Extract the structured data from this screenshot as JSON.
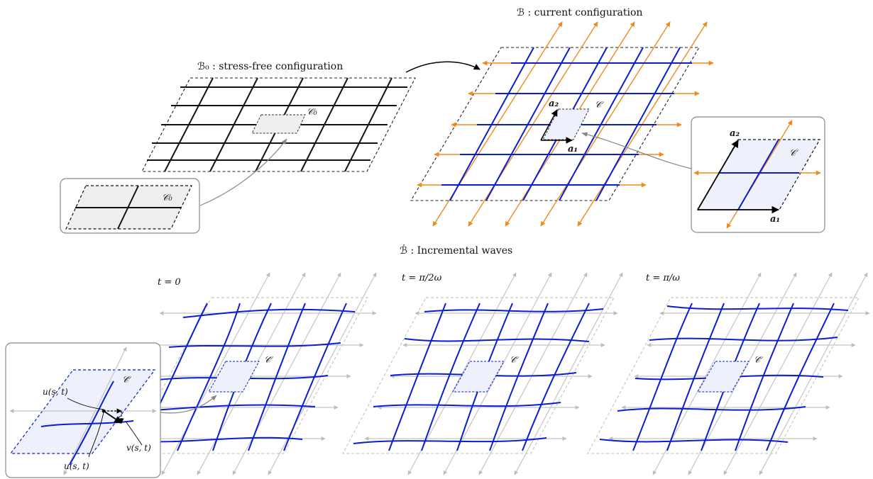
{
  "panels": {
    "stress_free": {
      "title": "ℬ₀ : stress-free configuration",
      "cell_label": "𝒞₀",
      "inset_label": "𝒞₀"
    },
    "current": {
      "title": "ℬ : current configuration",
      "cell_label": "𝒞",
      "vec_a1": "a₁",
      "vec_a2": "a₂",
      "inset_label": "𝒞",
      "inset_a1": "a₁",
      "inset_a2": "a₂"
    },
    "incremental": {
      "title": "ℬ̇ : Incremental waves",
      "cell_label": "𝒞̇",
      "time_labels": [
        "t = 0",
        "t = π/2ω",
        "t = π/ω"
      ],
      "inset": {
        "label": "𝒞̇",
        "u_label": "u(s, t)",
        "v_label": "v(s, t)",
        "vec_label": "u(s, t)"
      }
    }
  },
  "colors": {
    "fiber": "#0a1ecf",
    "arrow_orange": "#f08a1c",
    "ghost": "#b9b9b9",
    "cell_fill": "#eef0fb",
    "grey_fill": "#eeeeee"
  }
}
